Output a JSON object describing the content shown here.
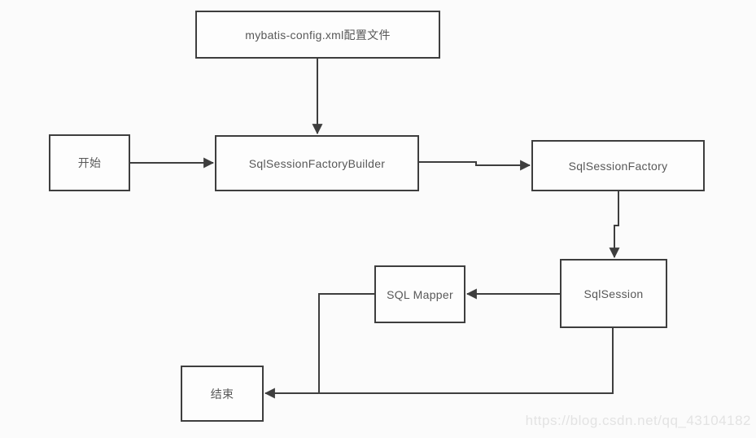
{
  "diagram": {
    "type": "flowchart",
    "nodes": {
      "config": {
        "label": "mybatis-config.xml配置文件"
      },
      "start": {
        "label": "开始"
      },
      "builder": {
        "label": "SqlSessionFactoryBuilder"
      },
      "factory": {
        "label": "SqlSessionFactory"
      },
      "session": {
        "label": "SqlSession"
      },
      "mapper": {
        "label": "SQL Mapper"
      },
      "end": {
        "label": "结束"
      }
    },
    "edges": [
      {
        "from": "config",
        "to": "builder",
        "arrow": true
      },
      {
        "from": "start",
        "to": "builder",
        "arrow": true
      },
      {
        "from": "builder",
        "to": "factory",
        "arrow": true
      },
      {
        "from": "factory",
        "to": "session",
        "arrow": true
      },
      {
        "from": "session",
        "to": "mapper",
        "arrow": true
      },
      {
        "from": "mapper",
        "to": "end",
        "arrow": true
      },
      {
        "from": "session",
        "to": "end",
        "arrow": true
      }
    ],
    "watermark": "https://blog.csdn.net/qq_43104182",
    "colors": {
      "background": "#fbfbfb",
      "node_fill": "#fdfdfd",
      "border": "#3e3e3e",
      "text": "#585858",
      "watermark": "#e3e3e3"
    }
  }
}
